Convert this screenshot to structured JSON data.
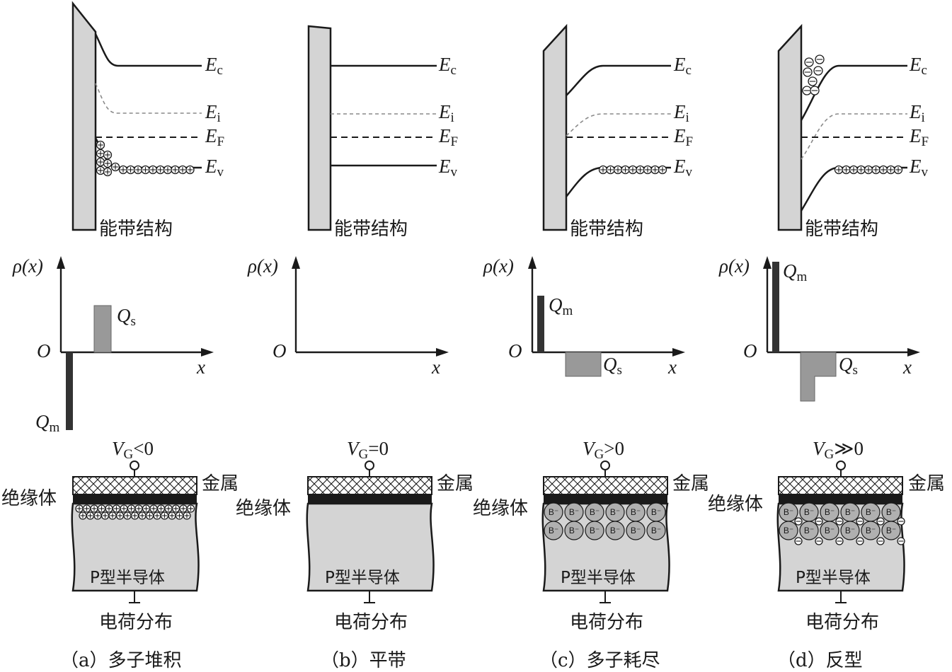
{
  "panels": [
    {
      "id": "a",
      "band_label": "能带结构",
      "charge_label": "电荷分布",
      "semiconductor": "P型半导体",
      "metal": "金属",
      "insulator": "绝缘体",
      "gate_voltage": "<0",
      "caption": "（a）多子堆积"
    },
    {
      "id": "b",
      "band_label": "能带结构",
      "charge_label": "电荷分布",
      "semiconductor": "P型半导体",
      "metal": "金属",
      "insulator": "绝缘体",
      "gate_voltage": "=0",
      "caption": "（b）平带"
    },
    {
      "id": "c",
      "band_label": "能带结构",
      "charge_label": "电荷分布",
      "semiconductor": "P型半导体",
      "metal": "金属",
      "insulator": "绝缘体",
      "gate_voltage": ">0",
      "caption": "（c）多子耗尽"
    },
    {
      "id": "d",
      "band_label": "能带结构",
      "charge_label": "电荷分布",
      "semiconductor": "P型半导体",
      "metal": "金属",
      "insulator": "绝缘体",
      "gate_voltage": "≫0",
      "caption": "（d）反型"
    }
  ],
  "band_levels": {
    "conduction": {
      "main": "E",
      "sub": "c"
    },
    "intrinsic": {
      "main": "E",
      "sub": "i"
    },
    "fermi": {
      "main": "E",
      "sub": "F"
    },
    "valence": {
      "main": "E",
      "sub": "v"
    }
  },
  "axes": {
    "y_label": "ρ(x)",
    "x_label": "x",
    "origin": "O"
  },
  "charges": {
    "metal": {
      "main": "Q",
      "sub": "m"
    },
    "semiconductor": {
      "main": "Q",
      "sub": "s"
    }
  },
  "gate": {
    "main": "V",
    "sub": "G"
  },
  "ion_label": "B⁻",
  "colors": {
    "oxide": "#d4d4d4",
    "charge_metal": "#333333",
    "charge_semiconductor": "#999999"
  }
}
